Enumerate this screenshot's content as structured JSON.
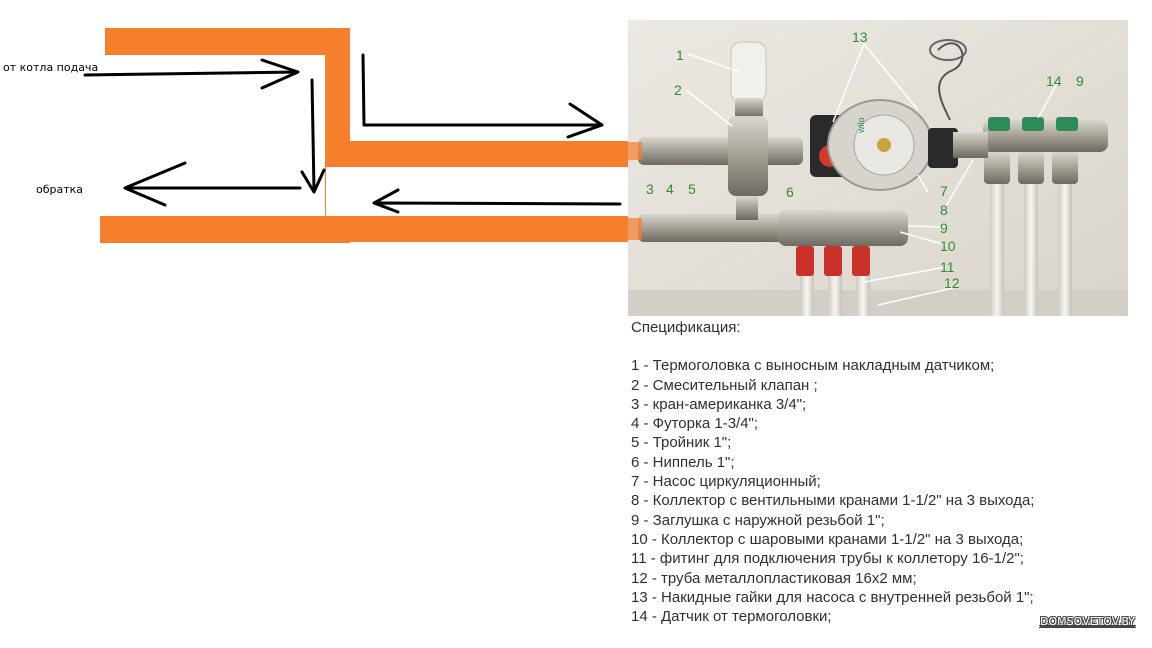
{
  "colors": {
    "pipe_orange": "#f57f2a",
    "arrow": "#000000",
    "number_green": "#2f8f2a",
    "spec_text": "#303030",
    "photo_wall": "#e6e3db"
  },
  "schematic": {
    "supply_label": "от котла подача",
    "return_label": "обратка"
  },
  "photo": {
    "callout_numbers": [
      "1",
      "2",
      "3",
      "4",
      "5",
      "6",
      "7",
      "8",
      "9",
      "10",
      "11",
      "12",
      "13",
      "14",
      "9"
    ],
    "pump_brand": "wilo"
  },
  "spec": {
    "title": "Спецификация:",
    "items": [
      "1 - Термоголовка с выносным накладным датчиком;",
      "2 - Смесительный клапан ;",
      "3 - кран-американка 3/4\";",
      "4 - Футорка 1-3/4\";",
      "5 - Тройник 1\";",
      "6 - Ниппель 1\";",
      "7 - Насос циркуляционный;",
      "8 - Коллектор с вентильными кранами 1-1/2\" на 3 выхода;",
      "9 - Заглушка с наружной резьбой 1\";",
      "10 - Коллектор с шаровыми кранами 1-1/2\" на 3 выхода;",
      "11 - фитинг для подключения трубы к коллетору 16-1/2\";",
      "12 - труба металлопластиковая 16х2 мм;",
      "13 - Накидные гайки для насоса с внутренней резьбой 1\";",
      "14 - Датчик от термоголовки;"
    ]
  },
  "watermark": "DOMSOVETOV.BY"
}
